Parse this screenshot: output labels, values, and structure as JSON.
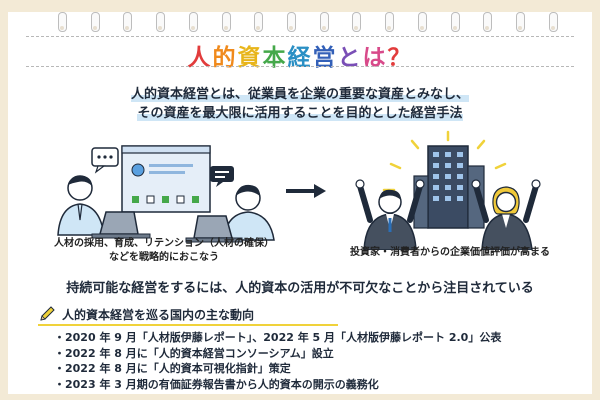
{
  "title": {
    "chars": [
      {
        "ch": "人",
        "color": "#e23c3c"
      },
      {
        "ch": "的",
        "color": "#f08a1c"
      },
      {
        "ch": "資",
        "color": "#e8b51a"
      },
      {
        "ch": "本",
        "color": "#45a84a"
      },
      {
        "ch": "経",
        "color": "#2a8fc4"
      },
      {
        "ch": "営",
        "color": "#3360b8"
      },
      {
        "ch": "と",
        "color": "#7a4fb6"
      },
      {
        "ch": "は",
        "color": "#d84a8a"
      },
      {
        "ch": "？",
        "color": "#e23c3c"
      }
    ]
  },
  "definition": {
    "line1": "人的資本経営とは、従業員を企業の重要な資産とみなし、",
    "line2": "その資産を最大限に活用することを目的とした経営手法"
  },
  "left_caption": {
    "line1": "人材の採用、育成、リテンション（人材の確保）",
    "line2": "などを戦略的におこなう"
  },
  "right_caption": "投資家・消費者からの企業価値評価が高まる",
  "mid_note": "持続可能な経営をするには、人的資本の活用が不可欠なことから注目されている",
  "section_title": "人的資本経営を巡る国内の主な動向",
  "trends": [
    "2020 年 9 月「人材版伊藤レポート」、2022 年 5 月「人材版伊藤レポート 2.0」公表",
    "2022 年 8 月に「人的資本経営コンソーシアム」設立",
    "2022 年 8 月に「人的資本可視化指針」策定",
    "2023 年 3 月期の有価証券報告書から人的資本の開示の義務化"
  ],
  "colors": {
    "background": "#f3ead6",
    "navy": "#1f2a3a",
    "light_blue": "#cfe6f6",
    "accent_yellow": "#f0d23a",
    "green": "#45a84a"
  }
}
